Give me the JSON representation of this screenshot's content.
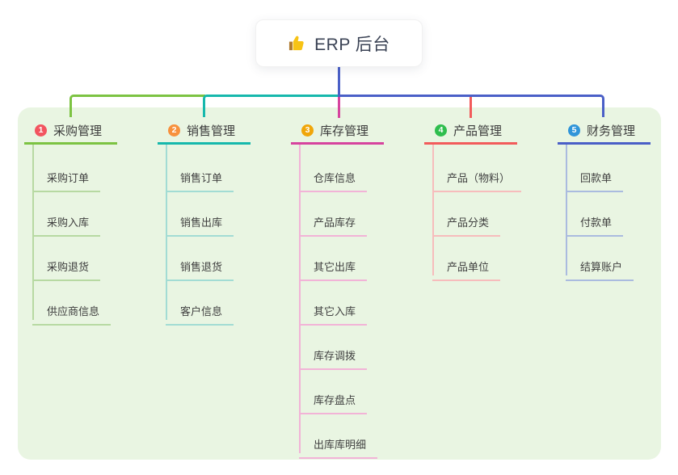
{
  "root": {
    "title": "ERP 后台",
    "icon": "thumbs-up-icon"
  },
  "colors": {
    "canvas_bg": "#ffffff",
    "panel_bg": "#e9f5e2",
    "root_connector": "#4a5fc7",
    "branch_lines": [
      "#7cc342",
      "#16b8ac",
      "#d6439e",
      "#f25b5b",
      "#4a5fc7"
    ],
    "badge_colors": [
      "#f2545f",
      "#f7913d",
      "#f0a60a",
      "#2fbe4e",
      "#3095d9"
    ],
    "child_lines": [
      "#b7d9a2",
      "#a2dcd4",
      "#f2b3d7",
      "#f7bcbc",
      "#aabbdf"
    ]
  },
  "columns": [
    {
      "index": "1",
      "label": "采购管理",
      "children": [
        {
          "label": "采购订单"
        },
        {
          "label": "采购入库"
        },
        {
          "label": "采购退货"
        },
        {
          "label": "供应商信息"
        }
      ]
    },
    {
      "index": "2",
      "label": "销售管理",
      "children": [
        {
          "label": "销售订单"
        },
        {
          "label": "销售出库"
        },
        {
          "label": "销售退货"
        },
        {
          "label": "客户信息"
        }
      ]
    },
    {
      "index": "3",
      "label": "库存管理",
      "children": [
        {
          "label": "仓库信息"
        },
        {
          "label": "产品库存"
        },
        {
          "label": "其它出库"
        },
        {
          "label": "其它入库"
        },
        {
          "label": "库存调拨"
        },
        {
          "label": "库存盘点"
        },
        {
          "label": "出库库明细"
        }
      ]
    },
    {
      "index": "4",
      "label": "产品管理",
      "children": [
        {
          "label": "产品（物料）"
        },
        {
          "label": "产品分类"
        },
        {
          "label": "产品单位"
        }
      ]
    },
    {
      "index": "5",
      "label": "财务管理",
      "children": [
        {
          "label": "回款单"
        },
        {
          "label": "付款单"
        },
        {
          "label": "结算账户"
        }
      ]
    }
  ]
}
